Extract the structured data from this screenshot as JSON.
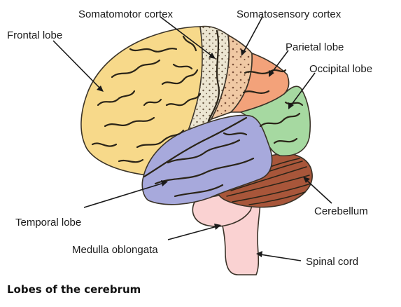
{
  "labels": {
    "somatomotor": "Somatomotor cortex",
    "somatosensory": "Somatosensory cortex",
    "frontal": "Frontal lobe",
    "parietal": "Parietal lobe",
    "occipital": "Occipital lobe",
    "temporal": "Temporal lobe",
    "cerebellum": "Cerebellum",
    "medulla": "Medulla oblongata",
    "spinal": "Spinal cord"
  },
  "caption": "Lobes of the cerebrum",
  "colors": {
    "frontal": "#f7d98a",
    "somatomotor": "#ece6d2",
    "somatosensory": "#f0c9a4",
    "parietal": "#f3a27a",
    "occipital": "#a6d9a1",
    "temporal": "#a7a9dc",
    "cerebellum": "#a8563a",
    "brainstem": "#fad2d2"
  }
}
